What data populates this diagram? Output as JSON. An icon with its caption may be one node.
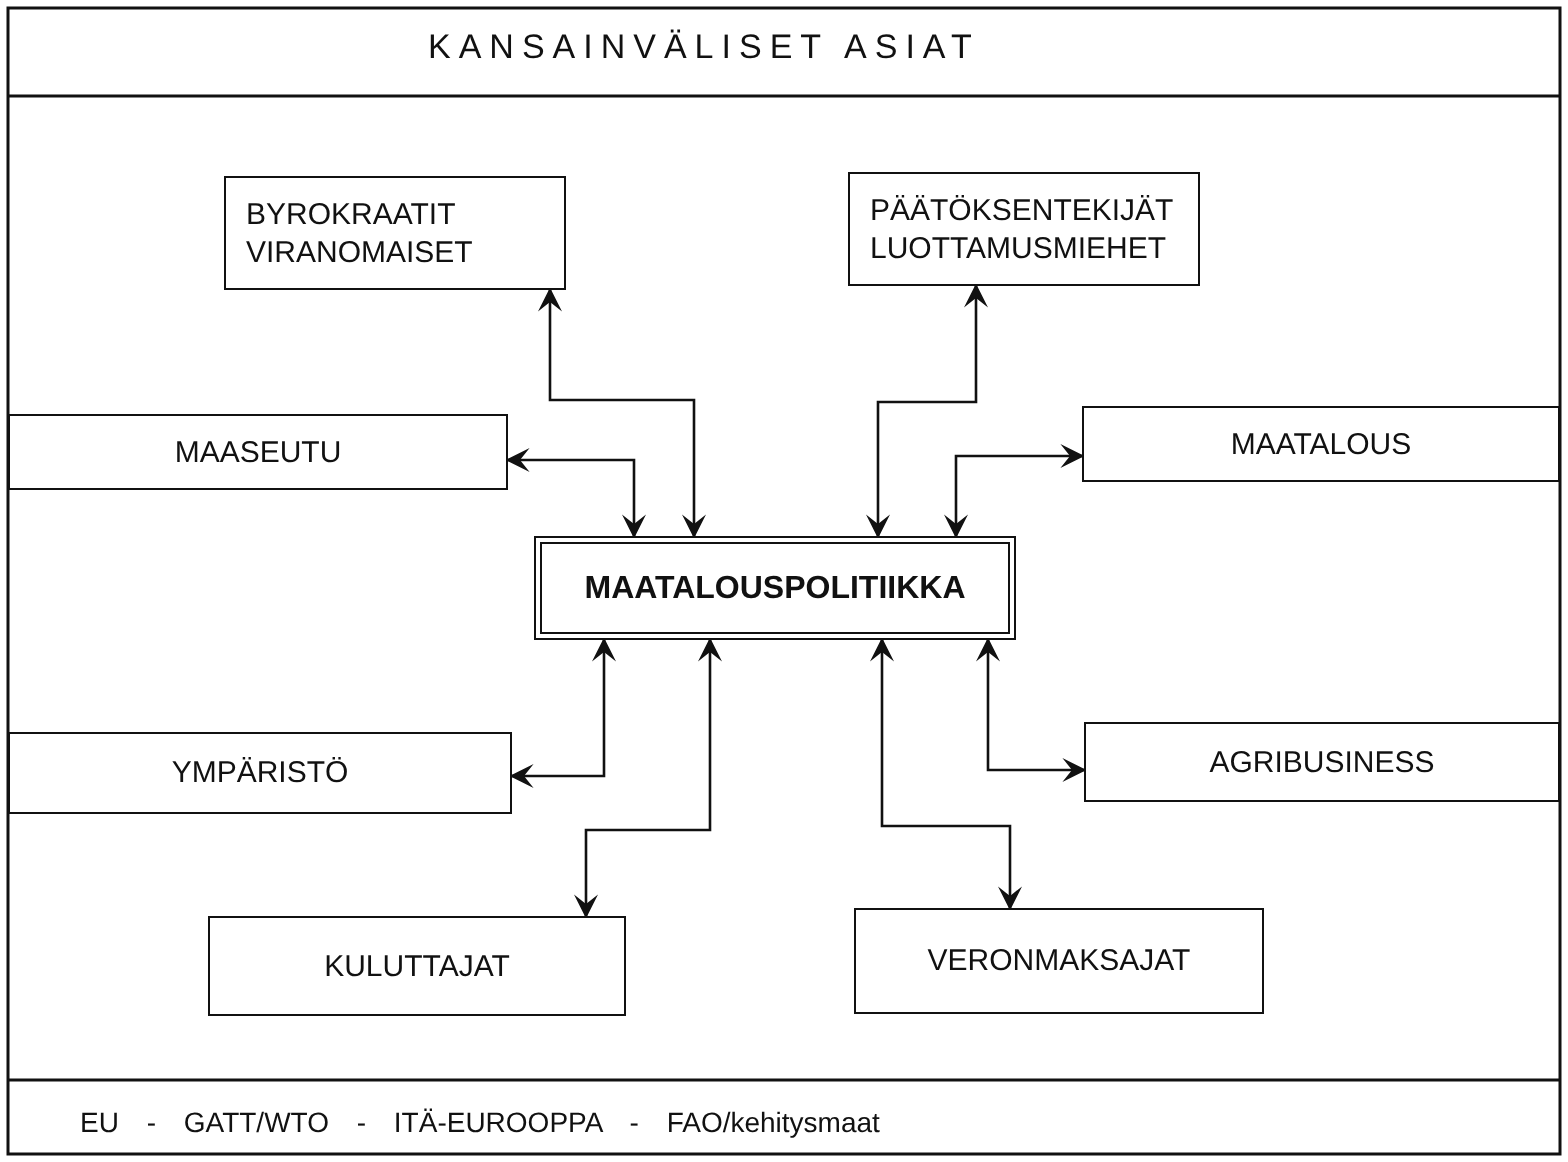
{
  "diagram": {
    "title": "KANSAINVÄLISET ASIAT",
    "nodes": [
      {
        "text": [
          "BYROKRAATIT VIRANOMAISET"
        ]
      },
      {
        "text": [
          "PÄÄTÖKSENTEKIJÄT LUOTTAMUSMIEHET"
        ]
      },
      {
        "text": [
          "MAASEUTU"
        ]
      },
      {
        "text": [
          "MAATALOUS"
        ]
      },
      {
        "text": [
          "MAATALOUSPOLITIIKKA"
        ]
      },
      {
        "text": [
          "YMPÄRISTÖ"
        ]
      },
      {
        "text": [
          "AGRIBUSINESS"
        ]
      },
      {
        "text": [
          "KULUTTAJAT"
        ]
      },
      {
        "text": [
          "VERONMAKSAJAT"
        ]
      }
    ],
    "edges": [
      {
        "from": 4,
        "to": 0,
        "arrow": "both"
      },
      {
        "from": 4,
        "to": 2,
        "arrow": "both"
      },
      {
        "from": 4,
        "to": 1,
        "arrow": "both"
      },
      {
        "from": 4,
        "to": 3,
        "arrow": "both"
      },
      {
        "from": 4,
        "to": 5,
        "arrow": "both"
      },
      {
        "from": 4,
        "to": 7,
        "arrow": "both"
      },
      {
        "from": 4,
        "to": 8,
        "arrow": "both"
      },
      {
        "from": 4,
        "to": 6,
        "arrow": "both"
      }
    ],
    "labels": [
      "EU - GATT/WTO - ITÄ-EUROOPPA - FAO/kehitysmaat"
    ]
  }
}
